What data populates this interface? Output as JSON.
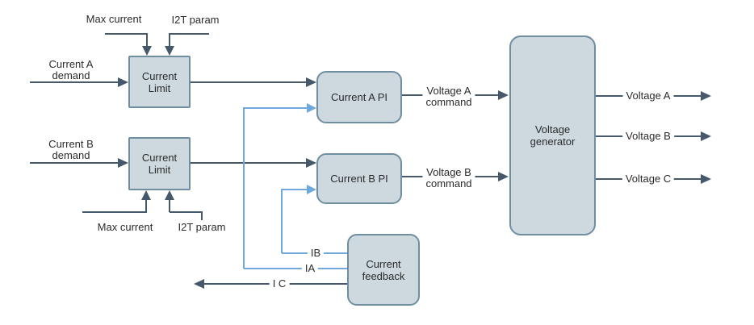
{
  "diagram": {
    "title": "current-control-block-diagram",
    "colors": {
      "line_dark": "#45596a",
      "line_blue": "#6fa8dc",
      "block_fill": "#cdd9df",
      "block_border": "#6f8fa0",
      "text": "#2b2b2b",
      "background": "#ffffff"
    },
    "blocks": {
      "limit_a": "Current\nLimit",
      "limit_b": "Current\nLimit",
      "pi_a": "Current A PI",
      "pi_b": "Current B PI",
      "generator": "Voltage\ngenerator",
      "feedback": "Current\nfeedback"
    },
    "labels": {
      "max_current_top": "Max current",
      "i2t_top": "I2T param",
      "current_a_demand": "Current A\ndemand",
      "current_b_demand": "Current B\ndemand",
      "max_current_bottom": "Max current",
      "i2t_bottom": "I2T param",
      "voltage_a_command": "Voltage A\ncommand",
      "voltage_b_command": "Voltage B\ncommand",
      "voltage_a_out": "Voltage A",
      "voltage_b_out": "Voltage B",
      "voltage_c_out": "Voltage C",
      "ib": "IB",
      "ia": "IA",
      "ic": "I C"
    }
  }
}
